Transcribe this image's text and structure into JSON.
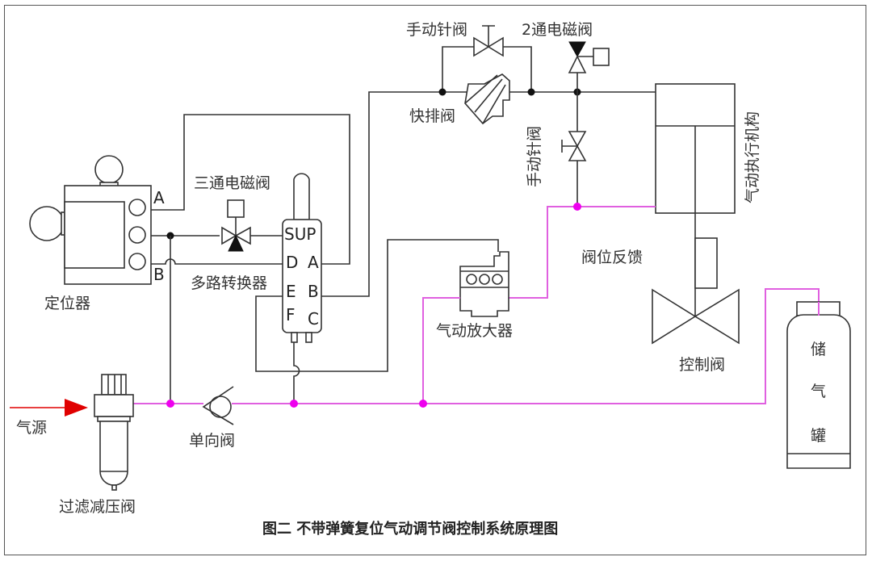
{
  "diagram": {
    "caption": "图二  不带弹簧复位气动调节阀控制系统原理图",
    "colors": {
      "line": "#333333",
      "supply_line": "#e060e0",
      "supply_node": "#ee00ee",
      "source_arrow": "#e00000"
    },
    "components": {
      "positioner": {
        "label": "定位器",
        "port_a": "A",
        "port_b": "B"
      },
      "three_way_solenoid": {
        "label": "三通电磁阀"
      },
      "multiway_switch": {
        "label": "多路转换器",
        "ports": {
          "sup": "SUP",
          "d": "D",
          "a": "A",
          "e": "E",
          "b": "B",
          "f": "F",
          "c": "C"
        }
      },
      "needle_valve_top": {
        "label": "手动针阀"
      },
      "two_way_solenoid": {
        "label": "2通电磁阀"
      },
      "quick_exhaust": {
        "label": "快排阀"
      },
      "needle_valve_side": {
        "label": "手动针阀"
      },
      "actuator": {
        "label": "气动执行机构"
      },
      "position_feedback": {
        "label": "阀位反馈"
      },
      "pneumatic_amplifier": {
        "label": "气动放大器"
      },
      "control_valve": {
        "label": "控制阀"
      },
      "air_tank": {
        "label_chars": [
          "储",
          "气",
          "罐"
        ]
      },
      "air_source": {
        "label": "气源"
      },
      "filter_regulator": {
        "label": "过滤减压阀"
      },
      "check_valve": {
        "label": "单向阀"
      }
    }
  }
}
